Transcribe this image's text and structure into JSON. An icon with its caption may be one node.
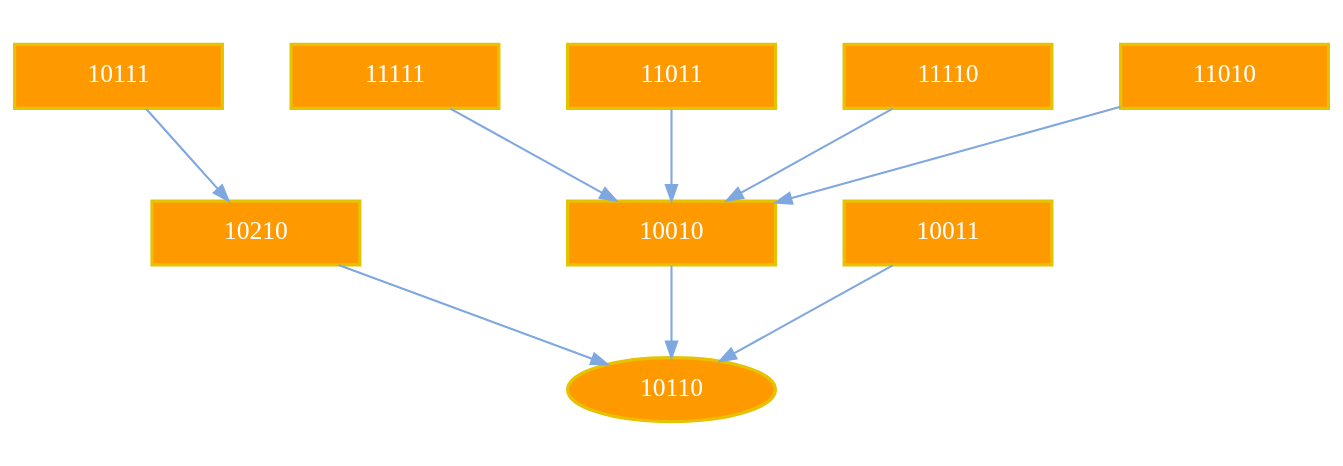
{
  "diagram": {
    "nodes": [
      {
        "text": [
          "10111"
        ]
      },
      {
        "text": [
          "11111"
        ]
      },
      {
        "text": [
          "11011"
        ]
      },
      {
        "text": [
          "11110"
        ]
      },
      {
        "text": [
          "11010"
        ]
      },
      {
        "text": [
          "10210"
        ]
      },
      {
        "text": [
          "10010"
        ]
      },
      {
        "text": [
          "10011"
        ]
      },
      {
        "text": [
          "10110"
        ]
      }
    ],
    "edges": [
      {
        "from": 0,
        "to": 5,
        "arrow": "to"
      },
      {
        "from": 1,
        "to": 6,
        "arrow": "to"
      },
      {
        "from": 2,
        "to": 6,
        "arrow": "to"
      },
      {
        "from": 3,
        "to": 6,
        "arrow": "to"
      },
      {
        "from": 4,
        "to": 6,
        "arrow": "to"
      },
      {
        "from": 5,
        "to": 8,
        "arrow": "to"
      },
      {
        "from": 6,
        "to": 8,
        "arrow": "to"
      },
      {
        "from": 7,
        "to": 8,
        "arrow": "to"
      }
    ]
  }
}
